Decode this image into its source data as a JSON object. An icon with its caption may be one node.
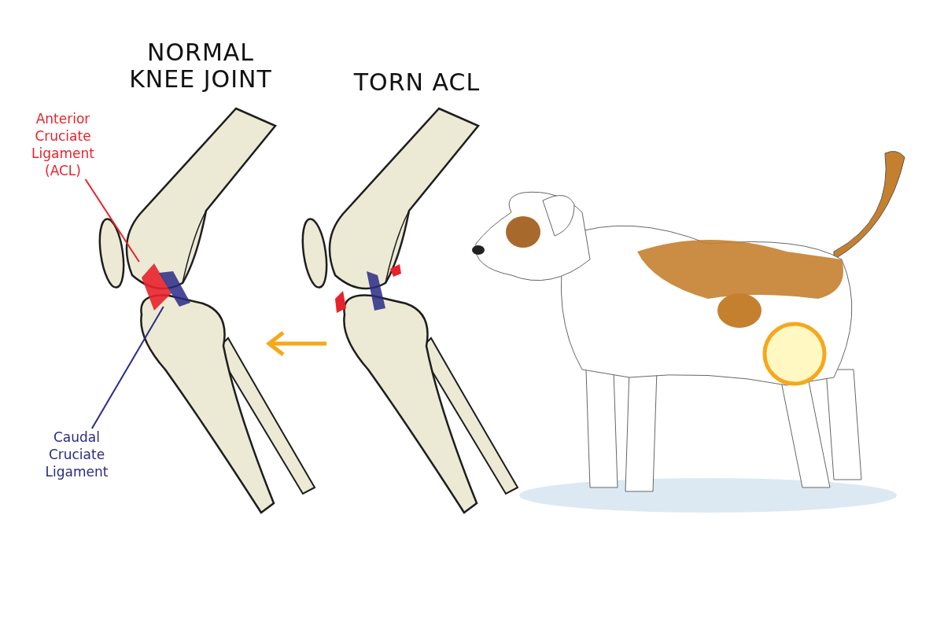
{
  "diagram": {
    "nodes": [
      {
        "text": [
          "Anterior Cruciate Ligament (ACL)"
        ]
      },
      {
        "text": [],
        "shape": "picture"
      },
      {
        "text": [
          "Caudal Cruciate Ligament"
        ]
      },
      {
        "text": [],
        "shape": "picture"
      }
    ],
    "edges": [
      {
        "from": 0,
        "to": 1,
        "arrow": "none",
        "color": "#e8222b"
      },
      {
        "from": 2,
        "to": 3,
        "arrow": "none",
        "color": "#2a2a86"
      }
    ],
    "labels": [
      "NORMAL KNEE JOINT",
      "TORN ACL"
    ]
  }
}
